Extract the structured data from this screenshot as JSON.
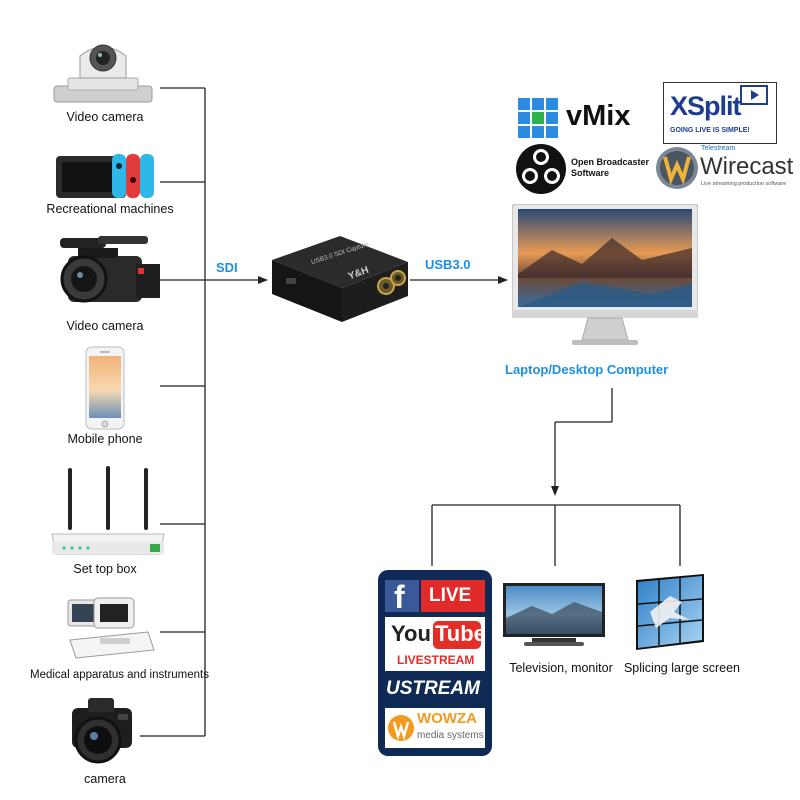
{
  "sources": [
    {
      "label": "Video camera",
      "icon": "ptz-camera-icon"
    },
    {
      "label": "Recreational machines",
      "icon": "game-console-icon"
    },
    {
      "label": "Video camera",
      "icon": "camcorder-icon"
    },
    {
      "label": "Mobile phone",
      "icon": "mobile-phone-icon"
    },
    {
      "label": "Set top box",
      "icon": "router-icon"
    },
    {
      "label": "Medical apparatus and instruments",
      "icon": "medical-device-icon"
    },
    {
      "label": "camera",
      "icon": "dslr-camera-icon"
    }
  ],
  "connections": {
    "input": "SDI",
    "output": "USB3.0"
  },
  "capture_device": {
    "model": "USB3.0 SDI Capture",
    "brand": "Y&H"
  },
  "computer": {
    "label": "Laptop/Desktop Computer"
  },
  "software": {
    "vmix": "vMix",
    "xsplit": {
      "name": "XSplit",
      "tagline": "GOING LIVE IS SIMPLE!"
    },
    "obs": {
      "line1": "Open Broadcaster",
      "line2": "Software"
    },
    "wirecast": {
      "vendor": "Telestream",
      "name": "Wirecast",
      "tagline": "Live streaming production software"
    }
  },
  "streaming": {
    "facebook": {
      "glyph": "f",
      "live": "LIVE"
    },
    "youtube": {
      "you": "You",
      "tube": "Tube",
      "livestream": "LIVESTREAM"
    },
    "ustream": "USTREAM",
    "wowza": {
      "name": "WOWZA",
      "sub": "media systems"
    }
  },
  "outputs": {
    "tv": "Television, monitor",
    "screen": "Splicing large screen"
  },
  "colors": {
    "accent": "#1f8fe0",
    "line": "#222222",
    "panel": "#0f2a55"
  }
}
